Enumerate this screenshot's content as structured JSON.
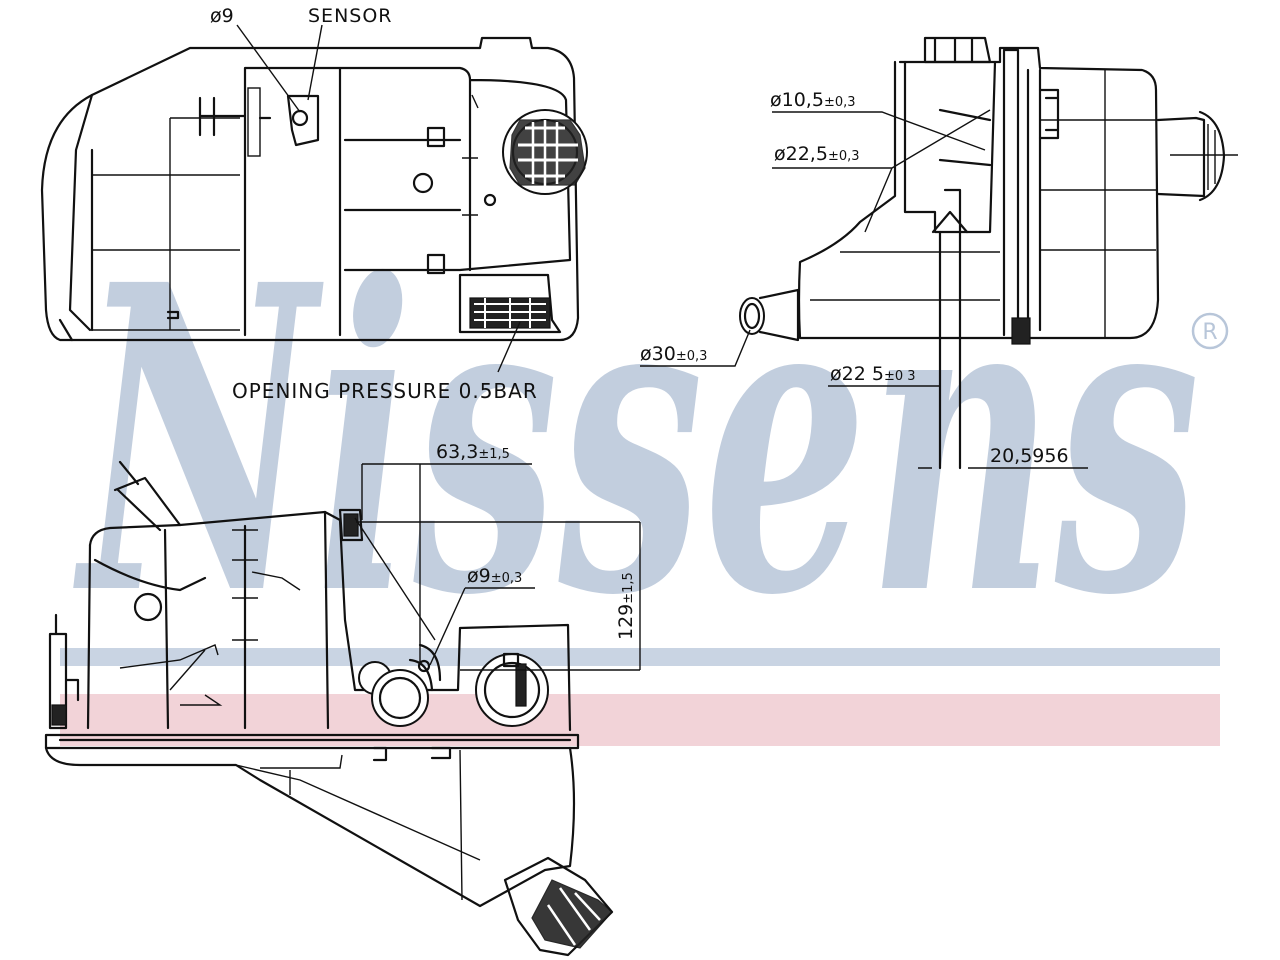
{
  "watermark": {
    "brand": "Nissens",
    "registered_mark": "®",
    "text_color": "#b8c6d9",
    "blue_band_color": "#c9d4e3",
    "pink_band_color": "#f2d3d8"
  },
  "labels": {
    "sensor_hole": "ø9",
    "sensor": "SENSOR",
    "opening_pressure": "OPENING PRESSURE 0.5BAR",
    "dim_10_5": "ø10,5",
    "dim_10_5_tol": "±0,3",
    "dim_22_5_top": "ø22,5",
    "dim_22_5_top_tol": "±0,3",
    "dim_30": "ø30",
    "dim_30_tol": "±0,3",
    "dim_22_5_bottom": "ø22 5",
    "dim_22_5_bottom_tol": "±0 3",
    "dim_20_5956": "20,5956",
    "dim_63_3": "63,3",
    "dim_63_3_tol": "±1,5",
    "dim_9": "ø9",
    "dim_9_tol": "±0,3",
    "dim_129": "129",
    "dim_129_tol": "±1,5"
  }
}
